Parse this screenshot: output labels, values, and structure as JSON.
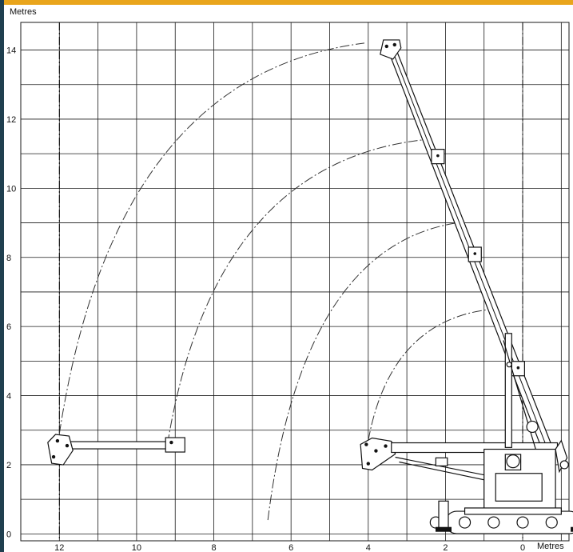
{
  "frame_colors": {
    "top_band": "#e9a51c",
    "left_bar": "#1f3f4f",
    "grid": "#1a1a1a",
    "arc": "#333333"
  },
  "axes": {
    "y_unit": "Metres",
    "x_unit": "Metres",
    "y_ticks": [
      "0",
      "2",
      "4",
      "6",
      "8",
      "10",
      "12",
      "14"
    ],
    "x_ticks": [
      "12",
      "10",
      "8",
      "6",
      "4",
      "2",
      "0"
    ]
  },
  "chart_data": {
    "type": "diagram",
    "description_units": "metres",
    "x_axis": {
      "reversed": true,
      "range": [
        13,
        -1.2
      ],
      "ticks": [
        12,
        10,
        8,
        6,
        4,
        2,
        0
      ],
      "label": "Metres"
    },
    "y_axis": {
      "range": [
        -0.2,
        14.8
      ],
      "ticks": [
        0,
        2,
        4,
        6,
        8,
        10,
        12,
        14
      ],
      "label": "Metres"
    },
    "grid": true,
    "reach_arcs": [
      {
        "name": "",
        "from": [
          12.0,
          2.9
        ],
        "to": [
          4.1,
          14.2
        ]
      },
      {
        "name": "",
        "from": [
          9.2,
          2.6
        ],
        "to": [
          2.6,
          11.4
        ]
      },
      {
        "name": "",
        "from": [
          6.6,
          0.4
        ],
        "to": [
          1.7,
          9.0
        ]
      },
      {
        "name": "",
        "from": [
          4.0,
          2.7
        ],
        "to": [
          0.8,
          6.5
        ]
      }
    ],
    "boom_positions": [
      {
        "pose": "raised",
        "base": [
          -0.6,
          2.4
        ],
        "tip": [
          3.4,
          14.2
        ]
      },
      {
        "pose": "horizontal-extended",
        "base": [
          0.8,
          2.4
        ],
        "tip": [
          12.0,
          2.6
        ]
      },
      {
        "pose": "horizontal-short",
        "base": [
          0.8,
          2.4
        ],
        "tip": [
          9.2,
          2.6
        ]
      },
      {
        "pose": "horizontal-retracted",
        "base": [
          0.8,
          2.4
        ],
        "tip": [
          4.1,
          2.3
        ]
      }
    ]
  }
}
